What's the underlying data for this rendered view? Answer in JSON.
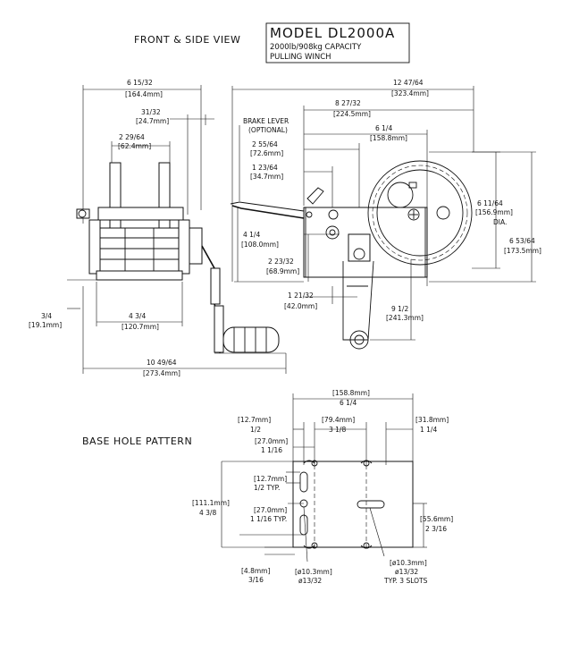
{
  "title_block": {
    "model": "MODEL DL2000A",
    "capacity": "2000lb/908kg CAPACITY",
    "description": "PULLING WINCH"
  },
  "views": {
    "front_side": "FRONT & SIDE VIEW",
    "base_holes": "BASE HOLE PATTERN"
  },
  "front_dims": {
    "overall_width": {
      "imp": "6 15/32",
      "met": "[164.4mm]"
    },
    "depth_a": {
      "imp": "31/32",
      "met": "[24.7mm]"
    },
    "depth_b": {
      "imp": "2 29/64",
      "met": "[62.4mm]"
    },
    "base_offset": {
      "imp": "3/4",
      "met": "[19.1mm]"
    },
    "base_width": {
      "imp": "4 3/4",
      "met": "[120.7mm]"
    },
    "total_width": {
      "imp": "10 49/64",
      "met": "[273.4mm]"
    }
  },
  "side_dims": {
    "overall_length": {
      "imp": "12 47/64",
      "met": "[323.4mm]"
    },
    "len_a": {
      "imp": "8 27/32",
      "met": "[224.5mm]"
    },
    "len_b": {
      "imp": "6 1/4",
      "met": "[158.8mm]"
    },
    "len_c": {
      "imp": "2 55/64",
      "met": "[72.6mm]"
    },
    "len_d": {
      "imp": "1 23/64",
      "met": "[34.7mm]"
    },
    "brake_lever": "BRAKE LEVER",
    "optional": "(OPTIONAL)",
    "height_a": {
      "imp": "4 1/4",
      "met": "[108.0mm]"
    },
    "height_b": {
      "imp": "2 23/32",
      "met": "[68.9mm]"
    },
    "drum_dia": {
      "imp": "6 11/64",
      "met": "[156.9mm]",
      "note": "DIA."
    },
    "height_total": {
      "imp": "6 53/64",
      "met": "[173.5mm]"
    },
    "handle_off": {
      "imp": "1 21/32",
      "met": "[42.0mm]"
    },
    "handle_len": {
      "imp": "9 1/2",
      "met": "[241.3mm]"
    }
  },
  "base_dims": {
    "width": {
      "imp": "6 1/4",
      "met": "[158.8mm]"
    },
    "edge_left": {
      "imp": "1/2",
      "met": "[12.7mm]"
    },
    "spacing": {
      "imp": "3 1/8",
      "met": "[79.4mm]"
    },
    "edge_right": {
      "imp": "1 1/4",
      "met": "[31.8mm]"
    },
    "inner_left": {
      "imp": "1 1/16",
      "met": "[27.0mm]"
    },
    "height": {
      "imp": "4 3/8",
      "met": "[111.1mm]"
    },
    "hole_top": {
      "imp": "1/2 TYP.",
      "met": "[12.7mm]"
    },
    "hole_mid": {
      "imp": "1 1/16 TYP.",
      "met": "[27.0mm]"
    },
    "slot_gap": {
      "imp": "2 3/16",
      "met": "[55.6mm]"
    },
    "bottom": {
      "imp": "3/16",
      "met": "[4.8mm]"
    },
    "hole_dia": {
      "imp": "ø13/32",
      "met": "[ø10.3mm]"
    },
    "slot_dia": {
      "imp": "ø13/32",
      "met": "[ø10.3mm]",
      "note": "TYP. 3 SLOTS"
    }
  }
}
